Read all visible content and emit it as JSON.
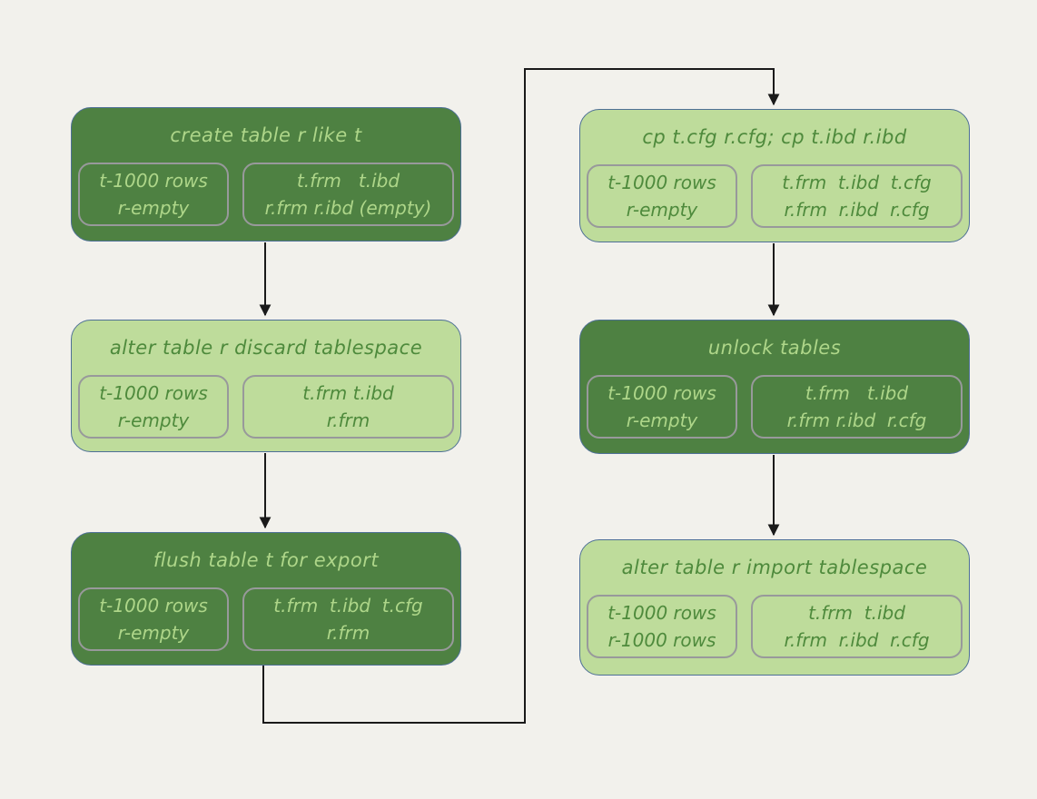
{
  "diagram": {
    "description": "MySQL transportable tablespace copy workflow flowchart",
    "colors": {
      "background": "#f2f1ec",
      "dark_node_fill": "#4e8142",
      "light_node_fill": "#bedc9b",
      "node_border": "#4e7096",
      "inner_box_border": "#98999b",
      "text_on_dark": "#aed689",
      "text_on_light": "#4e8a3c",
      "arrow": "#1a1a1a"
    },
    "nodes": [
      {
        "id": "create-table",
        "variant": "dark",
        "title": "create table r like t",
        "rows_box": {
          "line1": "t-1000 rows",
          "line2": "r-empty"
        },
        "files_box": {
          "line1": "t.frm   t.ibd",
          "line2": "r.frm r.ibd (empty)"
        }
      },
      {
        "id": "discard-tablespace",
        "variant": "light",
        "title": "alter table r discard tablespace",
        "rows_box": {
          "line1": "t-1000 rows",
          "line2": "r-empty"
        },
        "files_box": {
          "line1": "t.frm t.ibd",
          "line2": "r.frm"
        }
      },
      {
        "id": "flush-table",
        "variant": "dark",
        "title": "flush table t for export",
        "rows_box": {
          "line1": "t-1000 rows",
          "line2": "r-empty"
        },
        "files_box": {
          "line1": "t.frm  t.ibd  t.cfg",
          "line2": "r.frm"
        }
      },
      {
        "id": "cp-files",
        "variant": "light",
        "title": "cp t.cfg r.cfg; cp t.ibd r.ibd",
        "rows_box": {
          "line1": "t-1000 rows",
          "line2": "r-empty"
        },
        "files_box": {
          "line1": "t.frm  t.ibd  t.cfg",
          "line2": "r.frm  r.ibd  r.cfg"
        }
      },
      {
        "id": "unlock-tables",
        "variant": "dark",
        "title": "unlock tables",
        "rows_box": {
          "line1": "t-1000 rows",
          "line2": "r-empty"
        },
        "files_box": {
          "line1": "t.frm   t.ibd",
          "line2": "r.frm r.ibd  r.cfg"
        }
      },
      {
        "id": "import-tablespace",
        "variant": "light",
        "title": "alter table r import tablespace",
        "rows_box": {
          "line1": "t-1000 rows",
          "line2": "r-1000 rows"
        },
        "files_box": {
          "line1": "t.frm  t.ibd",
          "line2": "r.frm  r.ibd  r.cfg"
        }
      }
    ]
  }
}
